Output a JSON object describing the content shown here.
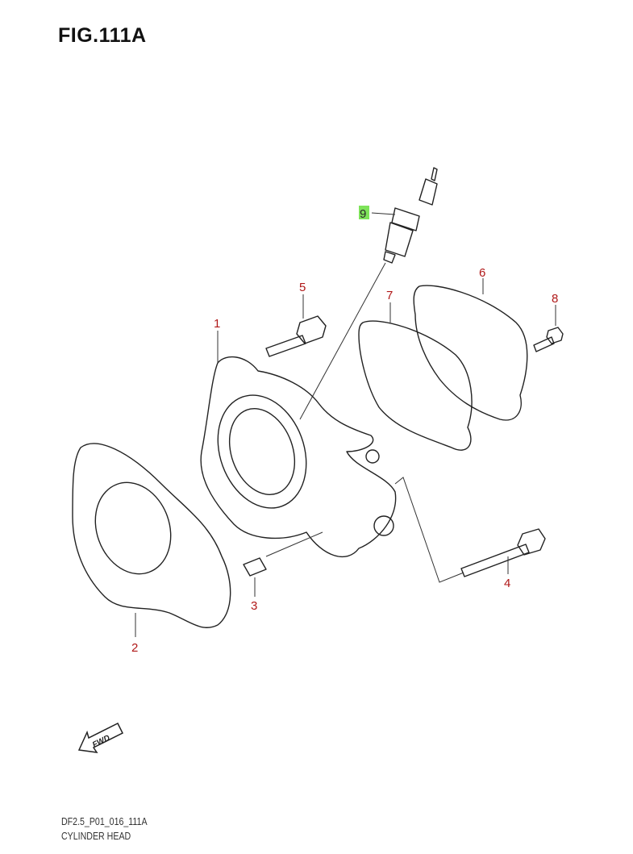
{
  "figure": {
    "title": "FIG.111A"
  },
  "callouts": [
    {
      "num": "1",
      "part": "cylinder-head"
    },
    {
      "num": "2",
      "part": "head-gasket"
    },
    {
      "num": "3",
      "part": "dowel-pin"
    },
    {
      "num": "4",
      "part": "long-bolt"
    },
    {
      "num": "5",
      "part": "bolt"
    },
    {
      "num": "6",
      "part": "cover"
    },
    {
      "num": "7",
      "part": "cover-gasket"
    },
    {
      "num": "8",
      "part": "small-bolt"
    },
    {
      "num": "9",
      "part": "spark-plug",
      "highlighted": true
    }
  ],
  "fwd_label": "FWD",
  "footer": {
    "code": "DF2.5_P01_016_111A",
    "name": "CYLINDER HEAD"
  },
  "colors": {
    "callout": "#b01818",
    "highlight": "#7ee35a"
  }
}
